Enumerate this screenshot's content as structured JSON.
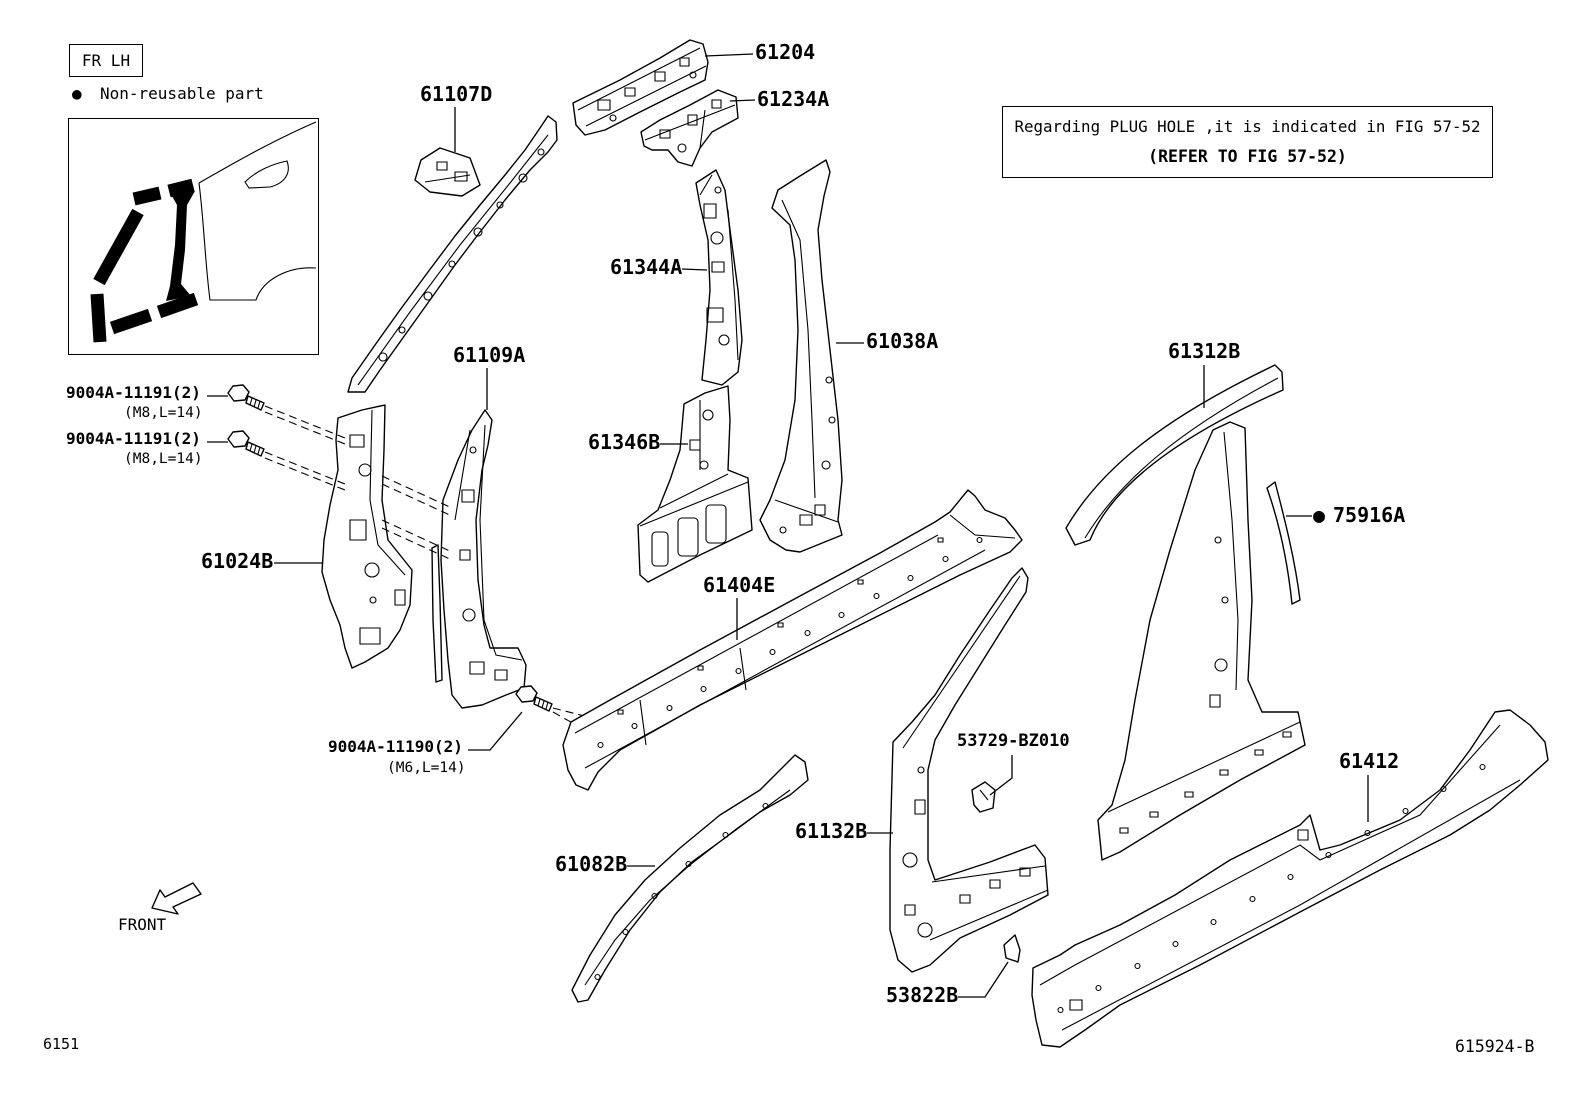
{
  "diagram": {
    "fr_lh": "FR LH",
    "legend": {
      "bullet": "●",
      "text": "Non-reusable part"
    },
    "note": {
      "line1": "Regarding PLUG HOLE ,it is indicated in FIG 57-52",
      "line2": "(REFER TO FIG 57-52)"
    },
    "callouts": [
      {
        "code": "61107D"
      },
      {
        "code": "61204"
      },
      {
        "code": "61234A"
      },
      {
        "code": "61344A"
      },
      {
        "code": "61038A"
      },
      {
        "code": "61109A"
      },
      {
        "code": "61312B"
      },
      {
        "code": "61346B"
      },
      {
        "code": "75916A",
        "non_reusable": true
      },
      {
        "code": "61024B"
      },
      {
        "code": "61404E"
      },
      {
        "code": "53729-BZ010"
      },
      {
        "code": "61412"
      },
      {
        "code": "61132B"
      },
      {
        "code": "61082B"
      },
      {
        "code": "53822B"
      }
    ],
    "fasteners": [
      {
        "code": "9004A-11191(2)",
        "spec": "(M8,L=14)"
      },
      {
        "code": "9004A-11191(2)",
        "spec": "(M8,L=14)"
      },
      {
        "code": "9004A-11190(2)",
        "spec": "(M6,L=14)"
      }
    ],
    "direction_label": "FRONT",
    "figure_number": "6151",
    "illustration_id": "615924-B",
    "icons": {
      "direction": "front-arrow-icon"
    },
    "colors": {
      "ink": "#000000",
      "paper": "#ffffff"
    }
  }
}
